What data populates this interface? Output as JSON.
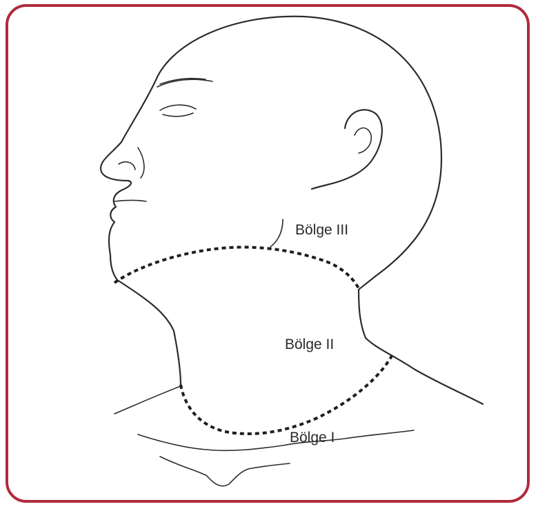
{
  "colors": {
    "frame_border": "#b02a3c",
    "line_art": "#2b2b2b"
  },
  "zones": {
    "zone_3": {
      "label": "Bölge III"
    },
    "zone_2": {
      "label": "Bölge II"
    },
    "zone_1": {
      "label": "Bölge I"
    }
  }
}
